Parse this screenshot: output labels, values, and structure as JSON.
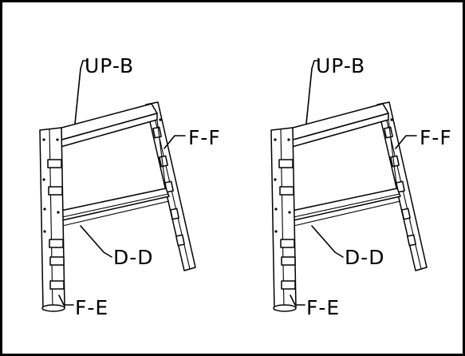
{
  "diagram": {
    "border_color": "#000000",
    "assemblies": [
      {
        "labels": {
          "top": "UP-B",
          "right": "F-F",
          "middle": "D-D",
          "bottom": "F-E"
        }
      },
      {
        "labels": {
          "top": "UP-B",
          "right": "F-F",
          "middle": "D-D",
          "bottom": "F-E"
        }
      }
    ]
  }
}
